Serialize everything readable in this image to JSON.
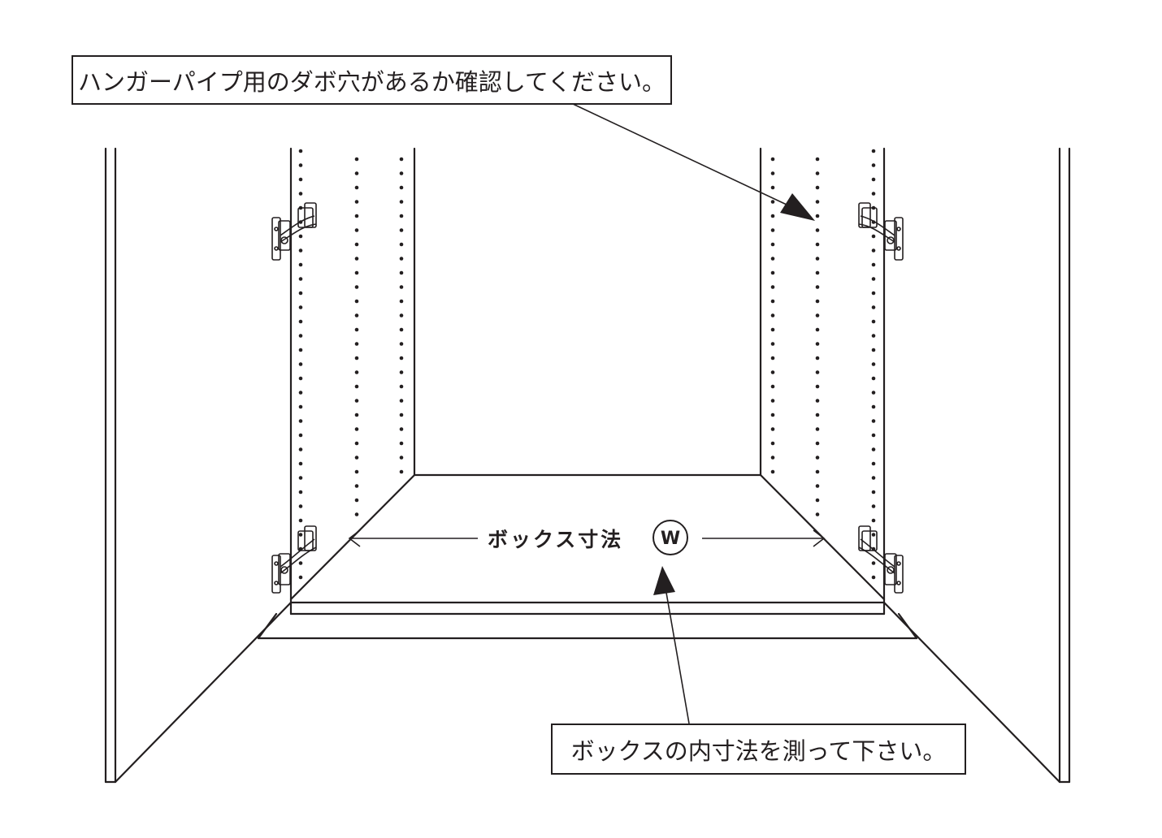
{
  "callouts": {
    "dowel_holes": "ハンガーパイプ用のダボ穴があるか確認してください。",
    "inner_dimension": "ボックスの内寸法を測って下さい。"
  },
  "dimension": {
    "label": "ボックス寸法",
    "symbol": "W"
  }
}
